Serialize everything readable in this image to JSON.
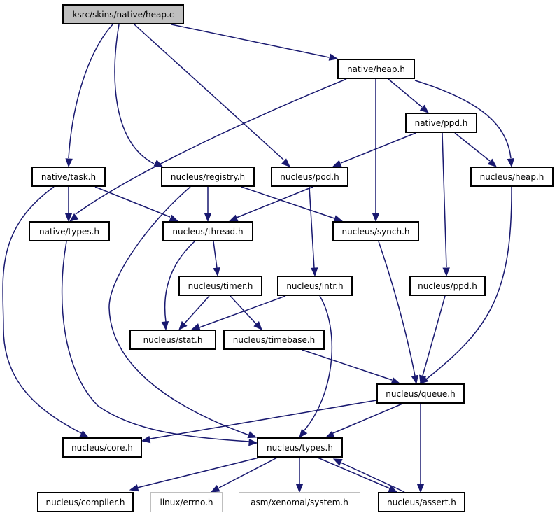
{
  "diagram": {
    "type": "include-dependency-graph",
    "colors": {
      "edge": "#191970",
      "root_fill": "#bfbfbf",
      "node_border": "#000000",
      "external_border": "#bfbfbf"
    },
    "nodes": [
      {
        "id": "heap_c",
        "label": "ksrc/skins/native/heap.c",
        "kind": "root"
      },
      {
        "id": "native_heap",
        "label": "native/heap.h",
        "kind": "documented"
      },
      {
        "id": "native_ppd",
        "label": "native/ppd.h",
        "kind": "documented"
      },
      {
        "id": "native_task",
        "label": "native/task.h",
        "kind": "documented"
      },
      {
        "id": "nucleus_registry",
        "label": "nucleus/registry.h",
        "kind": "documented"
      },
      {
        "id": "nucleus_pod",
        "label": "nucleus/pod.h",
        "kind": "documented"
      },
      {
        "id": "nucleus_heap",
        "label": "nucleus/heap.h",
        "kind": "documented"
      },
      {
        "id": "native_types",
        "label": "native/types.h",
        "kind": "documented"
      },
      {
        "id": "nucleus_thread",
        "label": "nucleus/thread.h",
        "kind": "documented"
      },
      {
        "id": "nucleus_synch",
        "label": "nucleus/synch.h",
        "kind": "documented"
      },
      {
        "id": "nucleus_timer",
        "label": "nucleus/timer.h",
        "kind": "documented"
      },
      {
        "id": "nucleus_intr",
        "label": "nucleus/intr.h",
        "kind": "documented"
      },
      {
        "id": "nucleus_ppd",
        "label": "nucleus/ppd.h",
        "kind": "documented"
      },
      {
        "id": "nucleus_stat",
        "label": "nucleus/stat.h",
        "kind": "documented"
      },
      {
        "id": "nucleus_timebase",
        "label": "nucleus/timebase.h",
        "kind": "documented"
      },
      {
        "id": "nucleus_queue",
        "label": "nucleus/queue.h",
        "kind": "documented"
      },
      {
        "id": "nucleus_core",
        "label": "nucleus/core.h",
        "kind": "documented"
      },
      {
        "id": "nucleus_types",
        "label": "nucleus/types.h",
        "kind": "documented"
      },
      {
        "id": "nucleus_compiler",
        "label": "nucleus/compiler.h",
        "kind": "documented"
      },
      {
        "id": "linux_errno",
        "label": "linux/errno.h",
        "kind": "external"
      },
      {
        "id": "asm_system",
        "label": "asm/xenomai/system.h",
        "kind": "external"
      },
      {
        "id": "nucleus_assert",
        "label": "nucleus/assert.h",
        "kind": "documented"
      }
    ],
    "edges": [
      {
        "from": "heap_c",
        "to": "native_heap"
      },
      {
        "from": "heap_c",
        "to": "native_task"
      },
      {
        "from": "heap_c",
        "to": "nucleus_registry"
      },
      {
        "from": "heap_c",
        "to": "nucleus_pod"
      },
      {
        "from": "native_heap",
        "to": "native_types"
      },
      {
        "from": "native_heap",
        "to": "native_ppd"
      },
      {
        "from": "native_heap",
        "to": "nucleus_synch"
      },
      {
        "from": "native_heap",
        "to": "nucleus_heap"
      },
      {
        "from": "native_ppd",
        "to": "nucleus_pod"
      },
      {
        "from": "native_ppd",
        "to": "nucleus_heap"
      },
      {
        "from": "native_ppd",
        "to": "nucleus_ppd"
      },
      {
        "from": "native_task",
        "to": "native_types"
      },
      {
        "from": "native_task",
        "to": "nucleus_thread"
      },
      {
        "from": "native_task",
        "to": "nucleus_core"
      },
      {
        "from": "nucleus_registry",
        "to": "nucleus_thread"
      },
      {
        "from": "nucleus_registry",
        "to": "nucleus_synch"
      },
      {
        "from": "nucleus_registry",
        "to": "nucleus_types"
      },
      {
        "from": "nucleus_pod",
        "to": "nucleus_thread"
      },
      {
        "from": "nucleus_pod",
        "to": "nucleus_intr"
      },
      {
        "from": "nucleus_heap",
        "to": "nucleus_queue"
      },
      {
        "from": "native_types",
        "to": "nucleus_types"
      },
      {
        "from": "nucleus_thread",
        "to": "nucleus_timer"
      },
      {
        "from": "nucleus_thread",
        "to": "nucleus_stat"
      },
      {
        "from": "nucleus_synch",
        "to": "nucleus_queue"
      },
      {
        "from": "nucleus_timer",
        "to": "nucleus_stat"
      },
      {
        "from": "nucleus_timer",
        "to": "nucleus_timebase"
      },
      {
        "from": "nucleus_intr",
        "to": "nucleus_stat"
      },
      {
        "from": "nucleus_intr",
        "to": "nucleus_types"
      },
      {
        "from": "nucleus_ppd",
        "to": "nucleus_queue"
      },
      {
        "from": "nucleus_timebase",
        "to": "nucleus_queue"
      },
      {
        "from": "nucleus_queue",
        "to": "nucleus_core"
      },
      {
        "from": "nucleus_queue",
        "to": "nucleus_types"
      },
      {
        "from": "nucleus_queue",
        "to": "nucleus_assert"
      },
      {
        "from": "nucleus_types",
        "to": "nucleus_compiler"
      },
      {
        "from": "nucleus_types",
        "to": "linux_errno"
      },
      {
        "from": "nucleus_types",
        "to": "asm_system"
      },
      {
        "from": "nucleus_types",
        "to": "nucleus_assert"
      },
      {
        "from": "nucleus_assert",
        "to": "nucleus_types"
      }
    ]
  }
}
